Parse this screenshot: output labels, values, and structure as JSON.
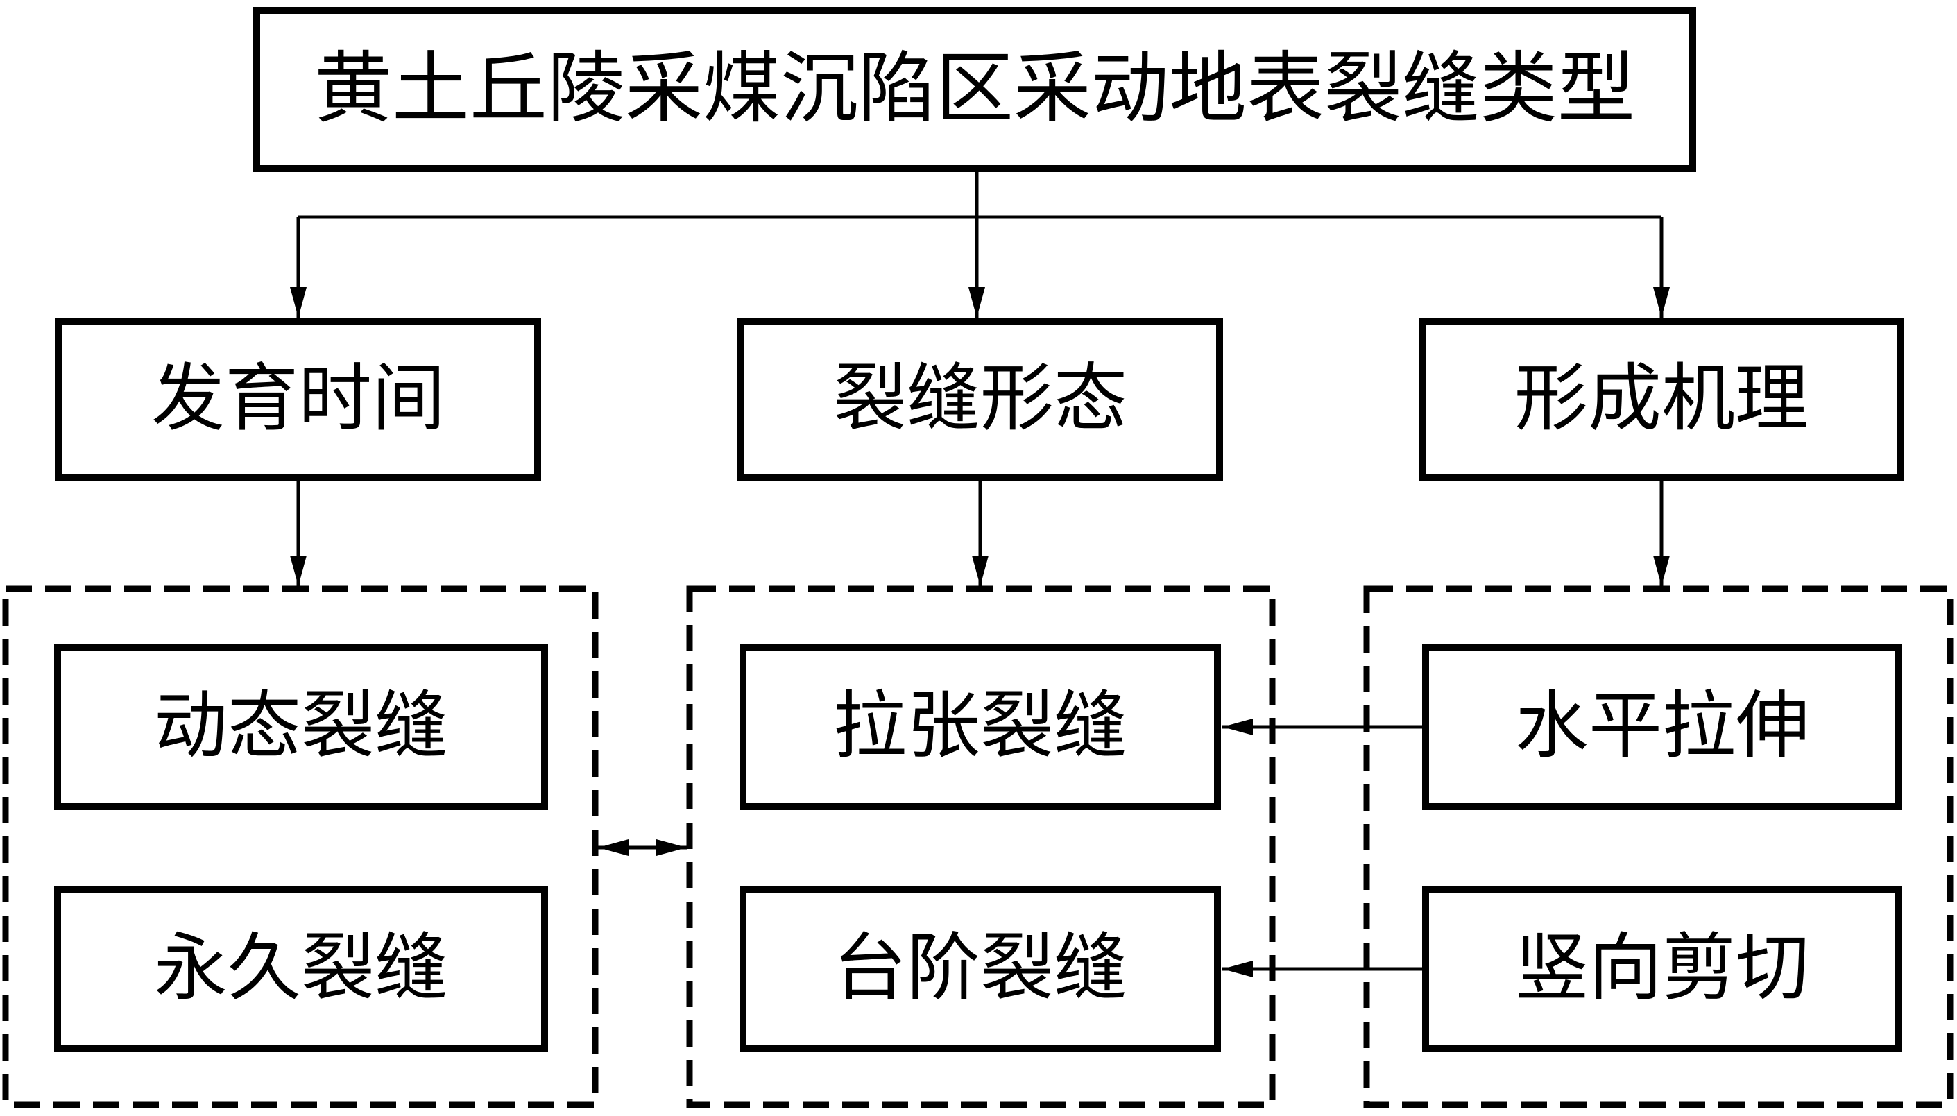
{
  "diagram": {
    "root": {
      "label": "黄土丘陵采煤沉陷区采动地表裂缝类型"
    },
    "branches": [
      {
        "id": "development-time",
        "label": "发育时间"
      },
      {
        "id": "crack-morphology",
        "label": "裂缝形态"
      },
      {
        "id": "formation-mechanism",
        "label": "形成机理"
      }
    ],
    "groups": [
      {
        "branch": "发育时间",
        "items": [
          {
            "label": "动态裂缝"
          },
          {
            "label": "永久裂缝"
          }
        ]
      },
      {
        "branch": "裂缝形态",
        "items": [
          {
            "label": "拉张裂缝"
          },
          {
            "label": "台阶裂缝"
          }
        ]
      },
      {
        "branch": "形成机理",
        "items": [
          {
            "label": "水平拉伸"
          },
          {
            "label": "竖向剪切"
          }
        ]
      }
    ],
    "connections": [
      {
        "from": "黄土丘陵采煤沉陷区采动地表裂缝类型",
        "to": "发育时间",
        "type": "arrow"
      },
      {
        "from": "黄土丘陵采煤沉陷区采动地表裂缝类型",
        "to": "裂缝形态",
        "type": "arrow"
      },
      {
        "from": "黄土丘陵采煤沉陷区采动地表裂缝类型",
        "to": "形成机理",
        "type": "arrow"
      },
      {
        "from": "发育时间",
        "to": "发育时间分组",
        "type": "arrow"
      },
      {
        "from": "裂缝形态",
        "to": "裂缝形态分组",
        "type": "arrow"
      },
      {
        "from": "形成机理",
        "to": "形成机理分组",
        "type": "arrow"
      },
      {
        "from": "发育时间分组",
        "to": "裂缝形态分组",
        "type": "double-arrow"
      },
      {
        "from": "水平拉伸",
        "to": "拉张裂缝",
        "type": "arrow"
      },
      {
        "from": "竖向剪切",
        "to": "台阶裂缝",
        "type": "arrow"
      }
    ],
    "colors": {
      "line": "#000000",
      "background": "#ffffff",
      "text": "#000000"
    }
  }
}
